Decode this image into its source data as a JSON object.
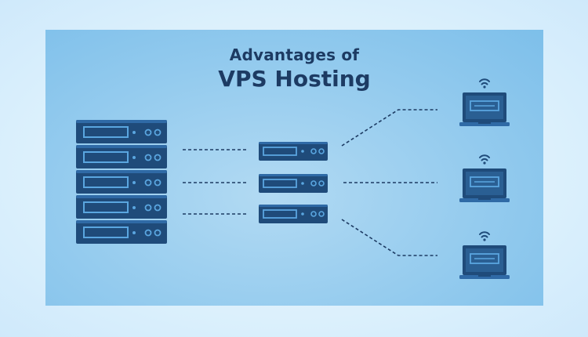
{
  "title": {
    "line1": "Advantages of",
    "line2": "VPS Hosting"
  },
  "colors": {
    "outer_background": "#e3f3fd",
    "panel_background": "#94cbee",
    "title_text": "#1d3b63",
    "server_dark": "#1f4b7a",
    "server_light": "#2f6aa6",
    "connector": "#1d3b63",
    "wifi": "#1f4b7a"
  },
  "diagram": {
    "main_server_rack_units": 5,
    "virtual_servers": 3,
    "laptops": 3,
    "icons": [
      "server-rack-icon",
      "virtual-server-icon",
      "laptop-icon",
      "wifi-icon"
    ]
  }
}
